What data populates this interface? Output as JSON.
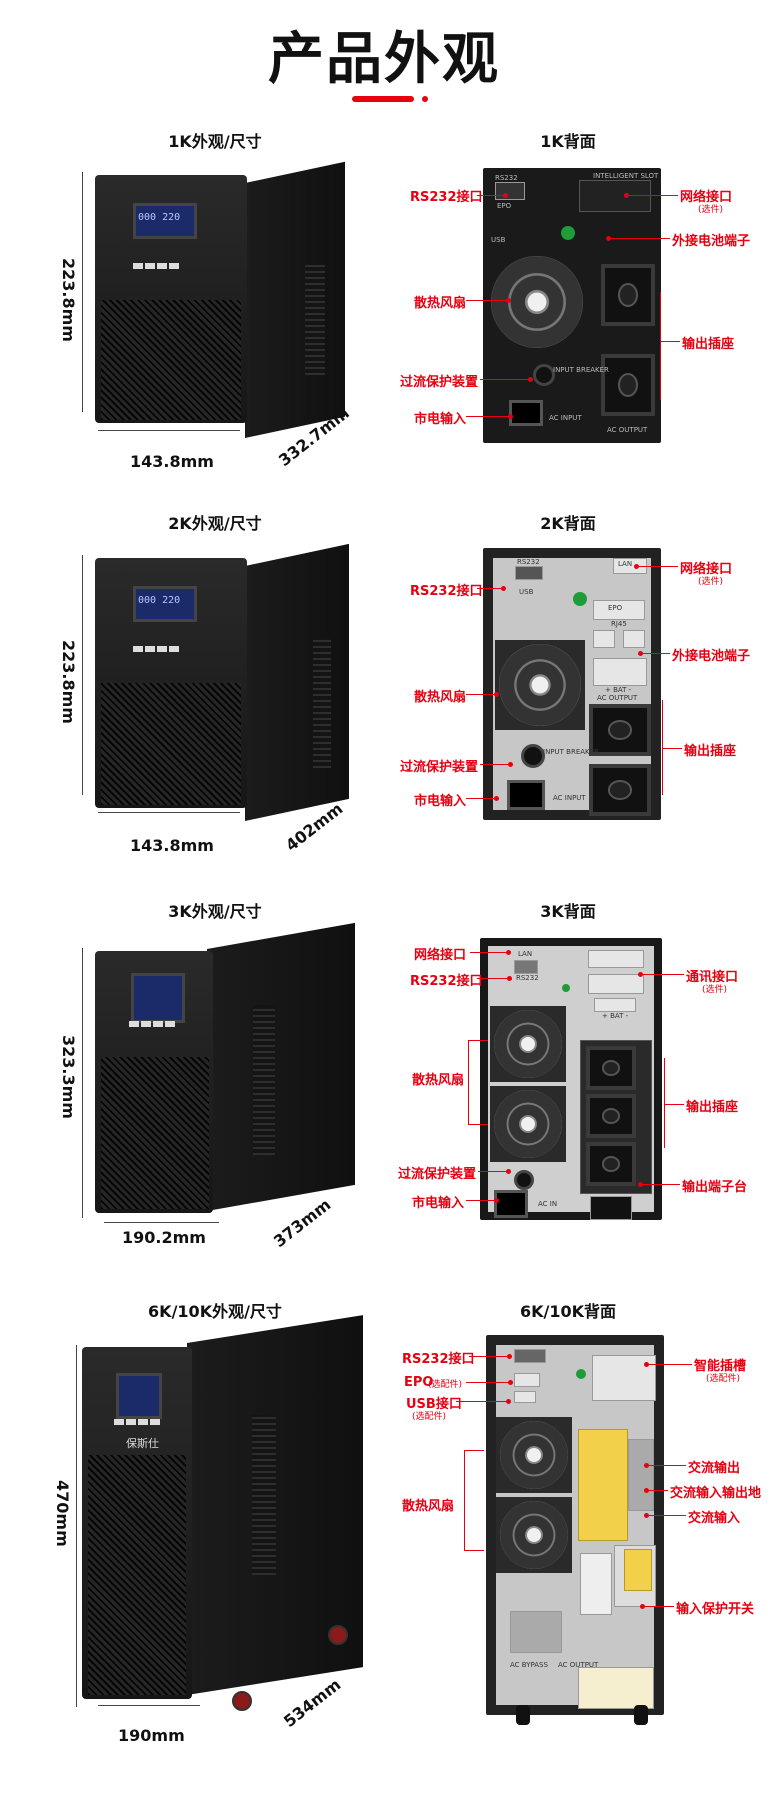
{
  "page": {
    "title": "产品外观"
  },
  "sections": [
    {
      "front_title": "1K外观/尺寸",
      "rear_title": "1K背面",
      "dim_height": "223.8mm",
      "dim_width": "143.8mm",
      "dim_depth": "332.7mm",
      "callouts_left": [
        "RS232接口",
        "散热风扇",
        "过流保护装置",
        "市电输入"
      ],
      "callouts_right": [
        "网络接口",
        "外接电池端子",
        "输出插座"
      ],
      "callouts_right_sub": [
        "(选件)"
      ]
    },
    {
      "front_title": "2K外观/尺寸",
      "rear_title": "2K背面",
      "dim_height": "223.8mm",
      "dim_width": "143.8mm",
      "dim_depth": "402mm",
      "callouts_left": [
        "RS232接口",
        "散热风扇",
        "过流保护装置",
        "市电输入"
      ],
      "callouts_right": [
        "网络接口",
        "外接电池端子",
        "输出插座"
      ],
      "callouts_right_sub": [
        "(选件)"
      ]
    },
    {
      "front_title": "3K外观/尺寸",
      "rear_title": "3K背面",
      "dim_height": "323.3mm",
      "dim_width": "190.2mm",
      "dim_depth": "373mm",
      "callouts_left": [
        "网络接口",
        "RS232接口",
        "散热风扇",
        "过流保护装置",
        "市电输入"
      ],
      "callouts_right": [
        "通讯接口",
        "输出插座",
        "输出端子台"
      ],
      "callouts_right_sub": [
        "(选件)"
      ]
    },
    {
      "front_title": "6K/10K外观/尺寸",
      "rear_title": "6K/10K背面",
      "dim_height": "470mm",
      "dim_width": "190mm",
      "dim_depth": "534mm",
      "callouts_left": [
        "RS232接口",
        "EPO",
        "USB接口",
        "散热风扇"
      ],
      "callouts_left_sub": [
        "(选配件)",
        "(选配件)"
      ],
      "callouts_right": [
        "智能插槽",
        "交流输出",
        "交流输入输出地",
        "交流输入",
        "输入保护开关"
      ],
      "callouts_right_sub": [
        "(选配件)"
      ]
    }
  ],
  "product_labels": {
    "lcd_1k": "000  220",
    "lcd_2k": "000  220",
    "brand_10k": "保斯仕"
  },
  "colors": {
    "accent": "#e60012",
    "ups_body": "#1a1a1a",
    "lcd": "#1b2b6a"
  }
}
